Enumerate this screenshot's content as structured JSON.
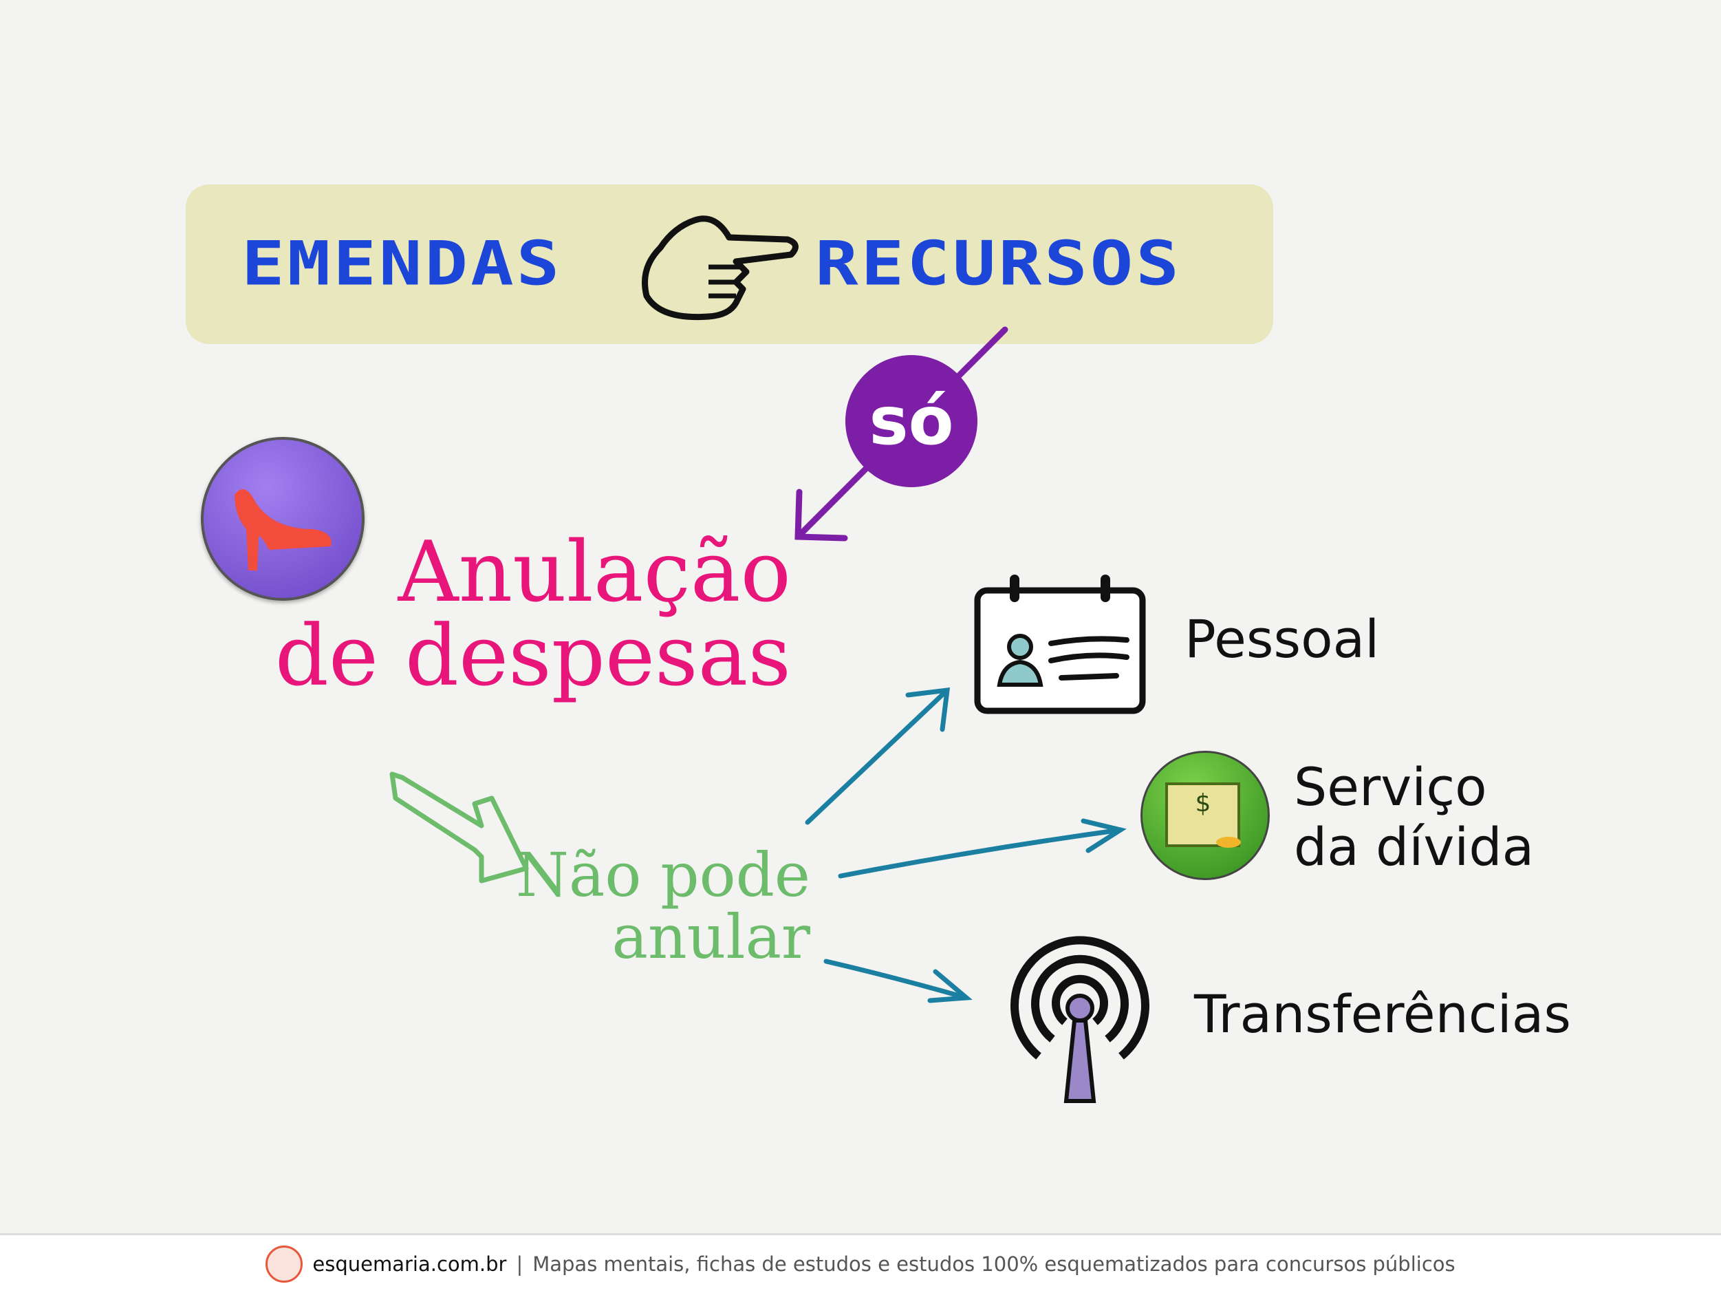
{
  "title": {
    "left": "EMENDAS",
    "right": "RECURSOS"
  },
  "badge": "só",
  "main": {
    "line1": "Anulação",
    "line2": "de despesas"
  },
  "restriction": {
    "line1": "Não pode",
    "line2": "anular"
  },
  "items": [
    {
      "label": "Pessoal",
      "icon": "id-card-icon"
    },
    {
      "label_line1": "Serviço",
      "label_line2": "da dívida",
      "icon": "money-icon"
    },
    {
      "label": "Transferências",
      "icon": "antenna-icon"
    }
  ],
  "footer": {
    "brand": "esquemaria.com.br",
    "separator": "|",
    "tagline": "Mapas mentais, fichas de estudos e estudos 100% esquematizados para concursos públicos"
  },
  "colors": {
    "blue": "#1b46d8",
    "purple": "#7d1fa6",
    "pink": "#e8167b",
    "green": "#6cbc6c",
    "teal": "#1a7fa0",
    "banner": "#e9e7bd"
  }
}
